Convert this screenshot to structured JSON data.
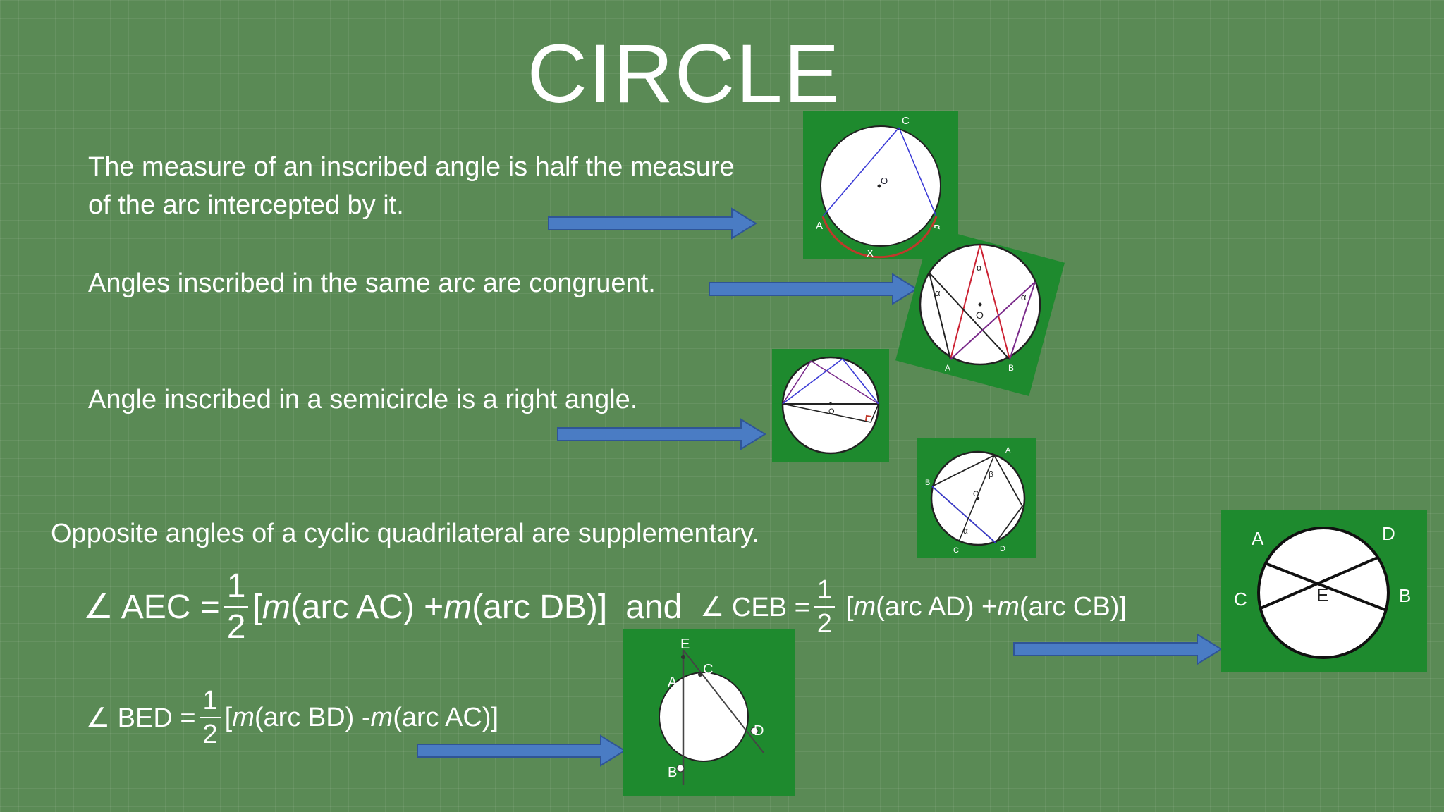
{
  "title": "CIRCLE",
  "statements": {
    "inscribed_angle": {
      "line1": "The measure of an inscribed angle is half the measure",
      "line2": "of the arc intercepted by it."
    },
    "same_arc": "Angles inscribed in the same arc are congruent.",
    "semicircle": "Angle inscribed in a semicircle is a right angle.",
    "cyclic_quad": "Opposite angles of a cyclic quadrilateral are supplementary."
  },
  "formula_aec": {
    "lhs": "∠ AEC =",
    "frac_num": "1",
    "frac_den": "2",
    "open": "[",
    "m1": "m",
    "arc1": "(arc AC) + ",
    "m2": "m",
    "arc2": "(arc DB)]",
    "and": "and"
  },
  "formula_ceb": {
    "lhs": "∠ CEB =",
    "frac_num": "1",
    "frac_den": "2",
    "open": "[",
    "m1": "m",
    "arc1": "(arc AD) + ",
    "m2": "m",
    "arc2": "(arc CB)]"
  },
  "formula_bed": {
    "lhs": "∠ BED =",
    "frac_num": "1",
    "frac_den": "2",
    "open": "[",
    "m1": "m",
    "arc1": "(arc BD) - ",
    "m2": "m",
    "arc2": "(arc AC)]"
  },
  "figures": {
    "inscribed": {
      "A": "A",
      "B": "B",
      "C": "C",
      "X": "X",
      "O": "O"
    },
    "same_arc": {
      "alpha": "α",
      "O": "O",
      "A": "A",
      "B": "B"
    },
    "semicircle": {
      "O": "O"
    },
    "cyclic": {
      "A": "A",
      "B": "B",
      "C": "C",
      "D": "D",
      "alpha": "α",
      "beta": "β",
      "O": "O"
    },
    "chords": {
      "A": "A",
      "B": "B",
      "C": "C",
      "D": "D",
      "E": "E"
    },
    "secants": {
      "A": "A",
      "B": "B",
      "C": "C",
      "D": "D",
      "E": "E"
    }
  },
  "colors": {
    "background": "#5a8a55",
    "panel": "#1e8a2e",
    "arrow_fill": "#4a7cc4",
    "arrow_stroke": "#2f5597"
  }
}
